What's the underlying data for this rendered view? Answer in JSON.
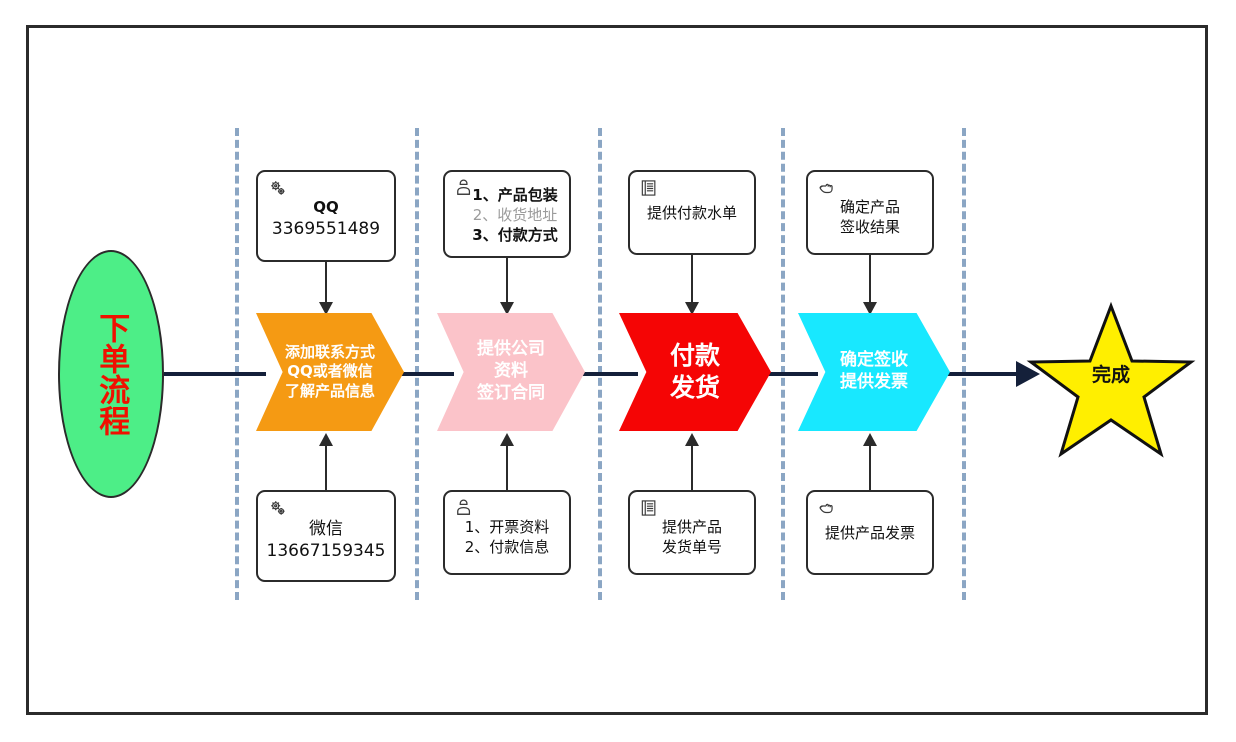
{
  "diagram": {
    "title_shape": {
      "name": "start-ellipse",
      "text": "下单流程",
      "fill": "#4dee87",
      "text_color": "#f01000"
    },
    "end_shape": {
      "name": "completion-star",
      "text": "完成",
      "fill": "#ffef00",
      "stroke": "#111111"
    },
    "stages": [
      {
        "id": "stage-contact",
        "chevron": {
          "lines": [
            "添加联系方式",
            "QQ或者微信",
            "了解产品信息"
          ],
          "fill": "#f59a13",
          "text_color": "#ffffff",
          "size": "small"
        },
        "top_note": {
          "icon": "gear-icon",
          "lines": [
            {
              "text": "QQ",
              "style": "bold"
            },
            {
              "text": "3369551489",
              "style": "normal-big"
            }
          ]
        },
        "bottom_note": {
          "icon": "gear-icon",
          "lines": [
            {
              "text": "微信",
              "style": "normal-big"
            },
            {
              "text": "13667159345",
              "style": "normal-big"
            }
          ]
        }
      },
      {
        "id": "stage-company-info",
        "chevron": {
          "lines": [
            "提供公司",
            "资料",
            "签订合同"
          ],
          "fill": "#fbc3c9",
          "text_color": "#ffffff",
          "size": "mid"
        },
        "top_note": {
          "icon": "person-icon",
          "lines": [
            {
              "text": "1、产品包装",
              "style": "bold"
            },
            {
              "text": "2、收货地址",
              "style": "gray"
            },
            {
              "text": "3、付款方式",
              "style": "bold"
            }
          ]
        },
        "bottom_note": {
          "icon": "person-icon",
          "lines": [
            {
              "text": "1、开票资料",
              "style": "normal"
            },
            {
              "text": "2、付款信息",
              "style": "normal"
            }
          ]
        }
      },
      {
        "id": "stage-payment-shipping",
        "chevron": {
          "lines": [
            "付款",
            "发货"
          ],
          "fill": "#f50505",
          "text_color": "#ffffff",
          "size": "big"
        },
        "top_note": {
          "icon": "document-icon",
          "lines": [
            {
              "text": "提供付款水单",
              "style": "normal"
            }
          ]
        },
        "bottom_note": {
          "icon": "document-icon",
          "lines": [
            {
              "text": "提供产品",
              "style": "normal"
            },
            {
              "text": "发货单号",
              "style": "normal"
            }
          ]
        }
      },
      {
        "id": "stage-receipt-invoice",
        "chevron": {
          "lines": [
            "确定签收",
            "提供发票"
          ],
          "fill": "#18e8ff",
          "text_color": "#ffffff",
          "size": "mid"
        },
        "top_note": {
          "icon": "pointing-hand-icon",
          "lines": [
            {
              "text": "确定产品",
              "style": "normal"
            },
            {
              "text": "签收结果",
              "style": "normal"
            }
          ]
        },
        "bottom_note": {
          "icon": "pointing-hand-icon",
          "lines": [
            {
              "text": "提供产品发票",
              "style": "normal"
            }
          ]
        }
      }
    ],
    "colors": {
      "frame": "#2b2b2b",
      "lane_divider": "#8ba6c4",
      "connector": "#14203a",
      "note_border": "#2b2b2b"
    }
  }
}
